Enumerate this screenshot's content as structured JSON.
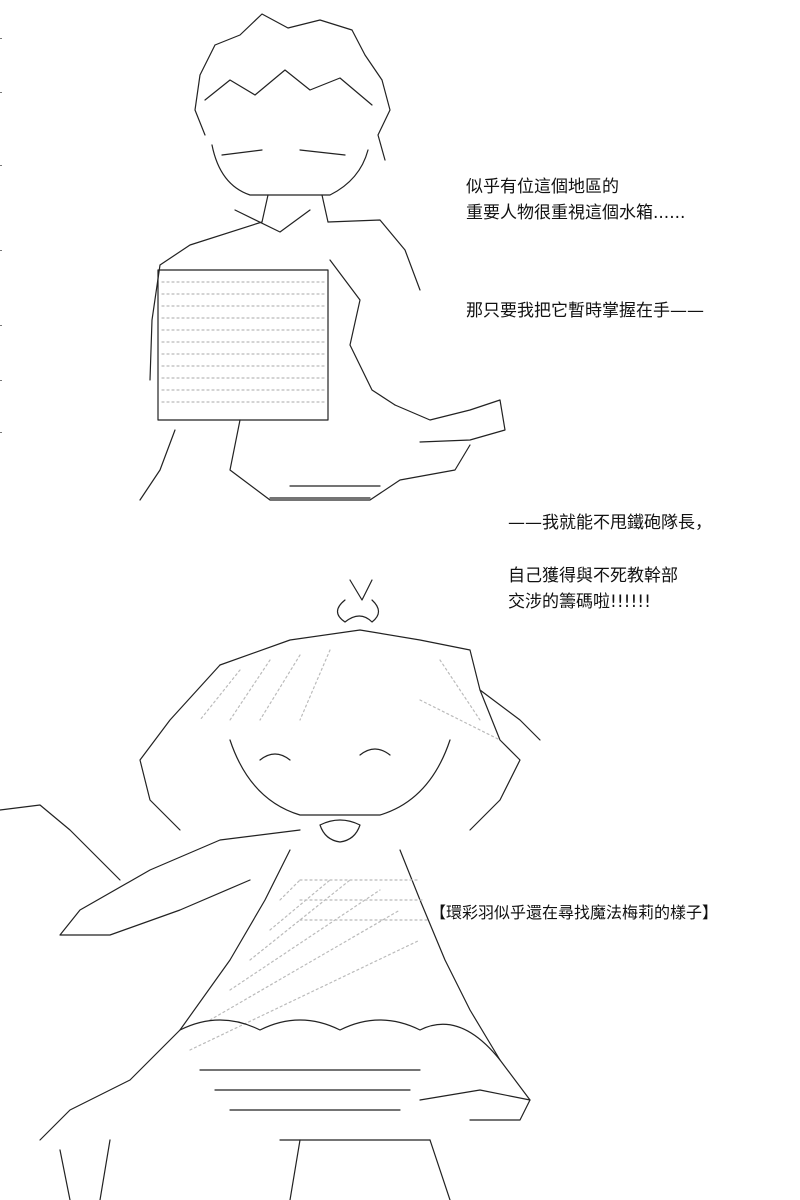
{
  "dialogue": {
    "line1": "似乎有位這個地區的",
    "line2": "重要人物很重視這個水箱......",
    "line3": "那只要我把它暫時掌握在手——",
    "line4": "——我就能不甩鐵砲隊長，",
    "line5": "自己獲得與不死教幹部",
    "line6": "交涉的籌碼啦!!!!!!",
    "caption": "【環彩羽似乎還在尋找魔法梅莉的樣子】"
  }
}
